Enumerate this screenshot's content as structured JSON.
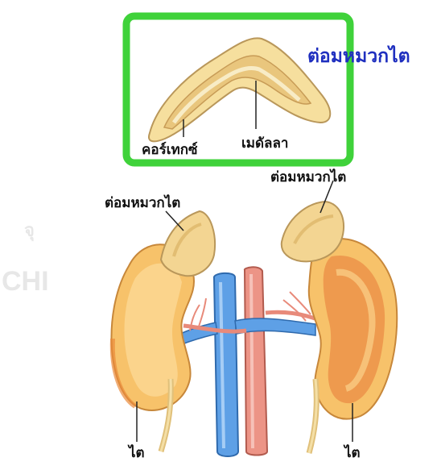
{
  "inset": {
    "title": "ต่อมหมวกไต",
    "label_cortex": "คอร์เทกซ์",
    "label_medulla": "เมดัลลา",
    "frame_color": "#3fd23a"
  },
  "labels": {
    "adrenal_right": "ต่อมหมวกไต",
    "adrenal_left": "ต่อมหมวกไต",
    "kidney_left": "ไต",
    "kidney_right": "ไต"
  },
  "watermark": {
    "line1": "จุ",
    "line2": "CHI"
  },
  "colors": {
    "kidney": "#f7c26a",
    "kidney_shadow": "#e98a3a",
    "adrenal": "#f3d592",
    "vein": "#5b9be0",
    "artery": "#e98a7c",
    "title": "#1f2fbf"
  }
}
